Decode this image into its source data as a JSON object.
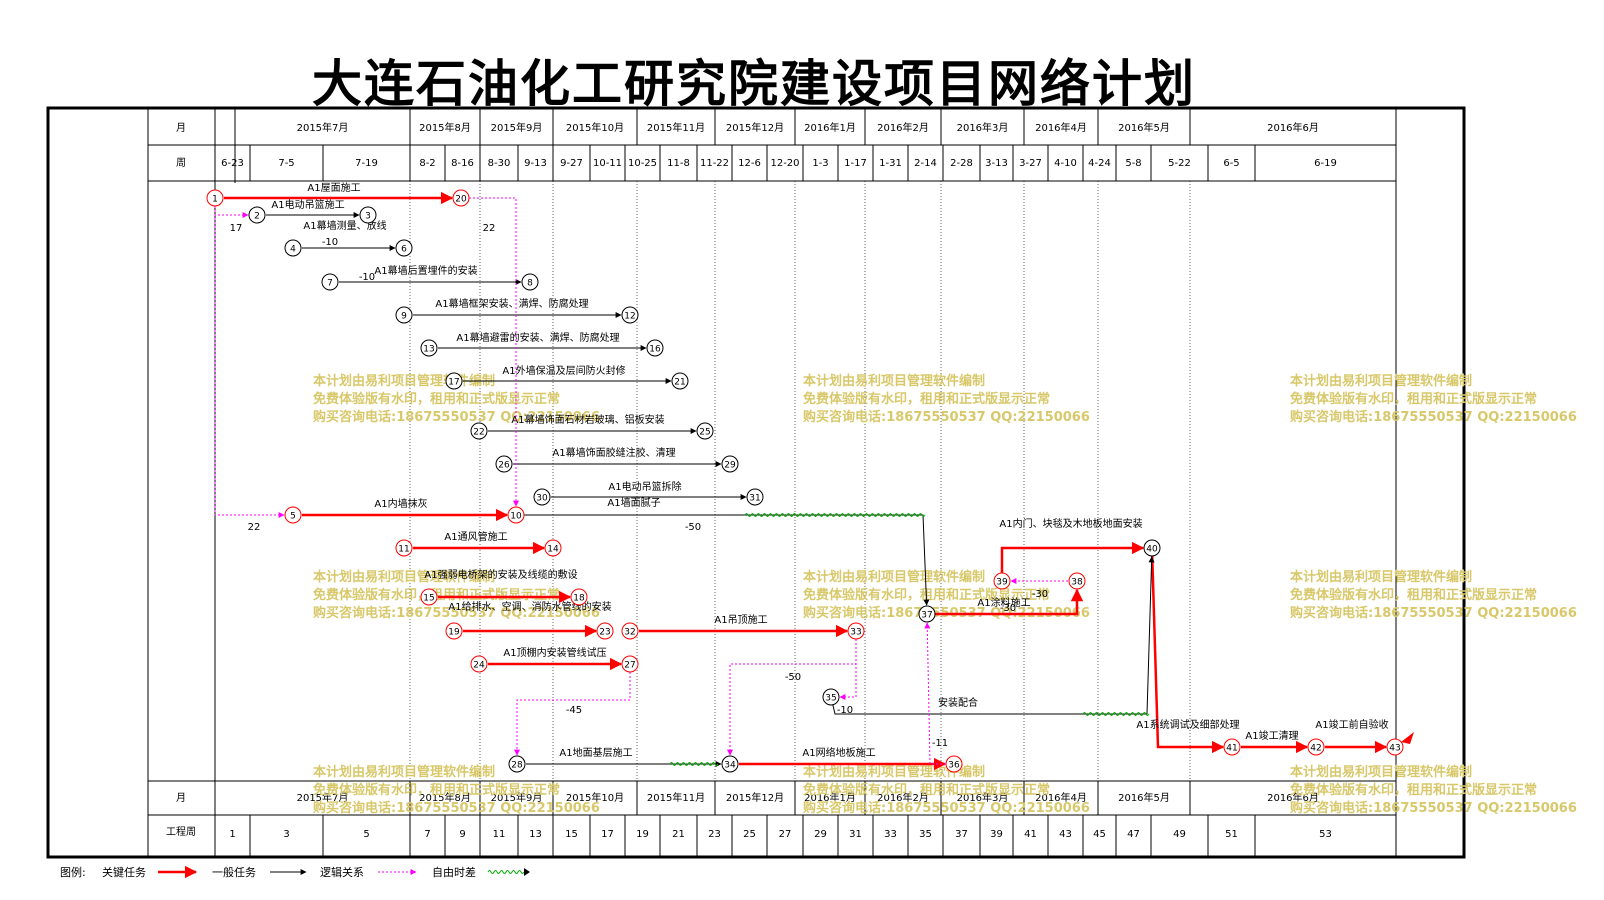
{
  "title": "大连石油化工研究院建设项目网络计划",
  "header": {
    "month_label": "月",
    "week_label": "周",
    "workweek_label": "工程周"
  },
  "months": [
    "2015年7月",
    "2015年8月",
    "2015年9月",
    "2015年10月",
    "2015年11月",
    "2015年12月",
    "2016年1月",
    "2016年2月",
    "2016年3月",
    "2016年4月",
    "2016年5月",
    "2016年6月"
  ],
  "weeks": [
    "6-23",
    "7-5",
    "7-19",
    "8-2",
    "8-16",
    "8-30",
    "9-13",
    "9-27",
    "10-11",
    "10-25",
    "11-8",
    "11-22",
    "12-6",
    "12-20",
    "1-3",
    "1-17",
    "1-31",
    "2-14",
    "2-28",
    "3-13",
    "3-27",
    "4-10",
    "4-24",
    "5-8",
    "5-22",
    "6-5",
    "6-19"
  ],
  "workweeks": [
    "1",
    "3",
    "5",
    "7",
    "9",
    "11",
    "13",
    "15",
    "17",
    "19",
    "21",
    "23",
    "25",
    "27",
    "29",
    "31",
    "33",
    "35",
    "37",
    "39",
    "41",
    "43",
    "45",
    "47",
    "49",
    "51",
    "53"
  ],
  "nodes": [
    "1",
    "2",
    "3",
    "4",
    "5",
    "6",
    "7",
    "8",
    "9",
    "10",
    "11",
    "12",
    "13",
    "14",
    "15",
    "16",
    "17",
    "18",
    "19",
    "20",
    "21",
    "22",
    "23",
    "24",
    "25",
    "26",
    "27",
    "28",
    "29",
    "30",
    "31",
    "32",
    "33",
    "34",
    "35",
    "36",
    "37",
    "38",
    "39",
    "40",
    "41",
    "42",
    "43"
  ],
  "tasks": [
    "A1屋面施工",
    "A1电动吊篮施工",
    "A1幕墙测量、放线",
    "A1幕墙后置埋件的安装",
    "A1幕墙框架安装、满焊、防腐处理",
    "A1幕墙避雷的安装、满焊、防腐处理",
    "A1外墙保温及层间防火封修",
    "A1幕墙饰面石材岩玻璃、铝板安装",
    "A1幕墙饰面胶缝注胶、清理",
    "A1电动吊篮拆除",
    "A1墙面腻子",
    "A1内墙抹灰",
    "A1通风管施工",
    "A1强弱电桥架的安装及线缆的敷设",
    "A1给排水、空调、消防水管线的安装",
    "A1顶棚内安装管线试压",
    "A1吊顶施工",
    "A1地面基层施工",
    "A1网络地板施工",
    "A1内门、块毯及木地板地面安装",
    "A1涂料施工",
    "安装配合",
    "A1系统调试及细部处理",
    "A1竣工清理",
    "A1竣工前自验收"
  ],
  "lag_labels": [
    "17",
    "22",
    "-10",
    "-10",
    "-50",
    "-30",
    "-45",
    "-50",
    "-10",
    "-11",
    "-30",
    "22"
  ],
  "watermark": {
    "line1": "本计划由易利项目管理软件编制",
    "line2": "免费体验版有水印，租用和正式版显示正常",
    "line3": "购买咨询电话:18675550537 QQ:22150066"
  },
  "legend": {
    "prefix": "图例:",
    "critical": "关键任务",
    "normal": "一般任务",
    "logic": "逻辑关系",
    "float": "自由时差"
  },
  "colors": {
    "critical": "#ff0000",
    "normal": "#000000",
    "logic": "#ff00ff",
    "float": "#00b000",
    "watermark": "#d8c86a"
  }
}
